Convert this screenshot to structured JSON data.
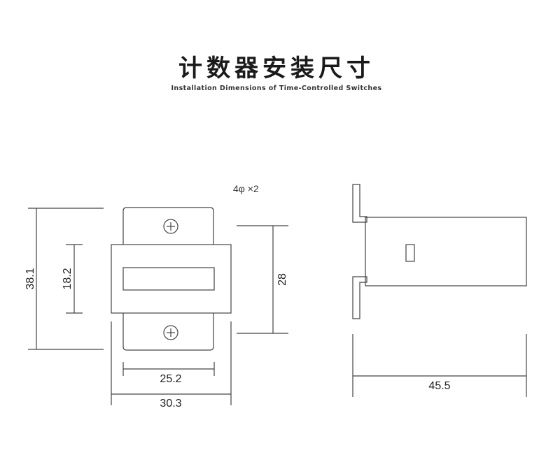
{
  "header": {
    "title": "计数器安装尺寸",
    "subtitle": "Installation Dimensions of Time-Controlled Switches"
  },
  "annotations": {
    "hole_note": "4φ ×2",
    "overall_height": "38.1",
    "window_height": "18.2",
    "mount_spacing": "28",
    "window_width": "25.2",
    "body_width": "30.3",
    "body_depth": "45.5"
  }
}
